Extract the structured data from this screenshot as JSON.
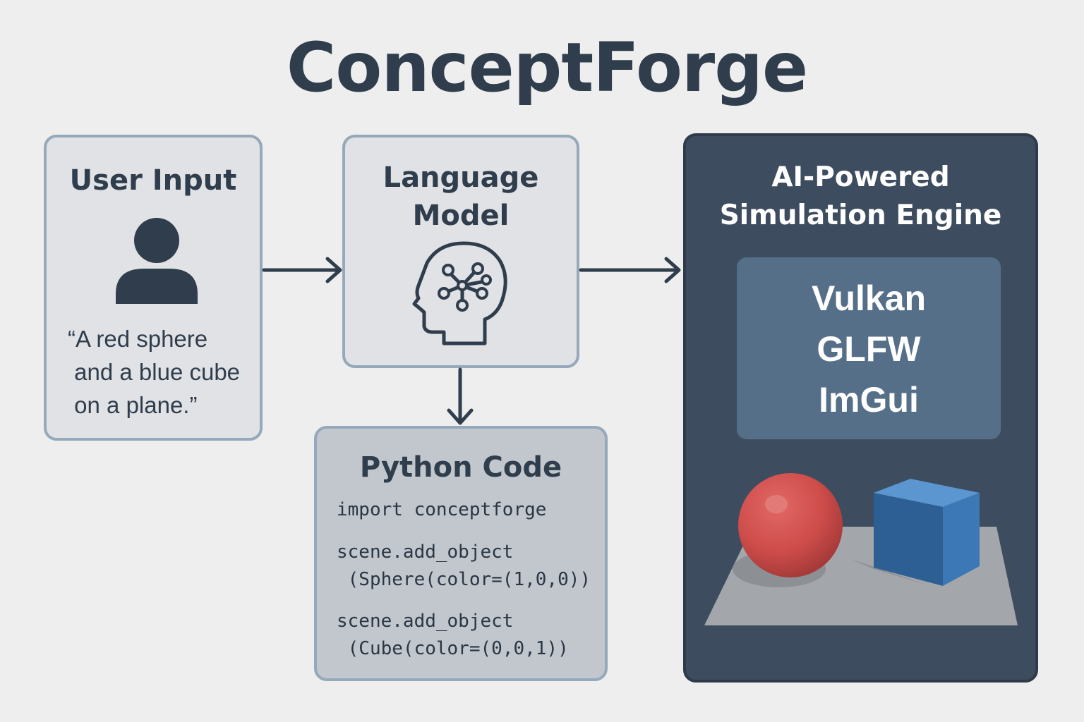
{
  "title": "ConceptForge",
  "user_input": {
    "heading": "User Input",
    "icon": "user-icon",
    "quote": "“A red sphere\n and a blue cube\n on a plane.”"
  },
  "language_model": {
    "heading": "Language\nModel",
    "icon": "brain-network-head-icon"
  },
  "python_code": {
    "heading": "Python Code",
    "lines": [
      "import conceptforge",
      "scene.add_object\n (Sphere(color=(1,0,0))",
      "scene.add_object\n (Cube(color=(0,0,1))"
    ]
  },
  "engine": {
    "heading": "AI-Powered\nSimulation Engine",
    "technologies": [
      "Vulkan",
      "GLFW",
      "ImGui"
    ],
    "scene": {
      "sphere_color": "#d25250",
      "cube_color": "#3c72ad",
      "plane_color": "#a3a6aa"
    }
  },
  "colors": {
    "background": "#eeeeee",
    "text_dark": "#2f3d4c",
    "box_border": "#95a9bb",
    "engine_bg": "#3d4d5f",
    "tech_panel": "#566f88"
  }
}
